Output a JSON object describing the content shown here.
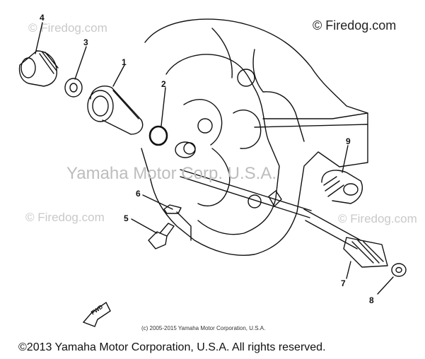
{
  "watermarks": {
    "corner": "© Firedog.com",
    "faint_1": "© Firedog.com",
    "faint_2": "© Firedog.com",
    "faint_3": "© Firedog.com",
    "center": "Yamaha Motor Corp. U.S.A."
  },
  "callouts": [
    "1",
    "2",
    "3",
    "4",
    "5",
    "6",
    "7",
    "8",
    "9"
  ],
  "fwd_label": "FWD",
  "copyright_small": "(c) 2005-2015 Yamaha Motor Corporation, U.S.A.",
  "copyright_footer": "©2013 Yamaha Motor Corporation, U.S.A. All rights reserved."
}
